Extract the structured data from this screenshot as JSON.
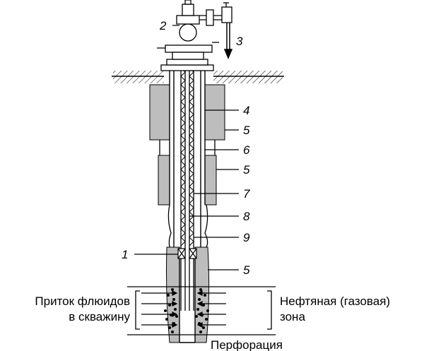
{
  "callouts": {
    "n1": "1",
    "n2": "2",
    "n3": "3",
    "n4": "4",
    "n5a": "5",
    "n6": "6",
    "n5b": "5",
    "n7": "7",
    "n8": "8",
    "n9": "9",
    "n5c": "5"
  },
  "captions": {
    "inflow_line1": "Приток флюидов",
    "inflow_line2": "в скважину",
    "zone_line1": "Нефтяная (газовая)",
    "zone_line2": "зона",
    "perforation": "Перфорация"
  },
  "colors": {
    "rock_fill": "#bdbdbd",
    "line": "#000000",
    "background": "#ffffff"
  }
}
